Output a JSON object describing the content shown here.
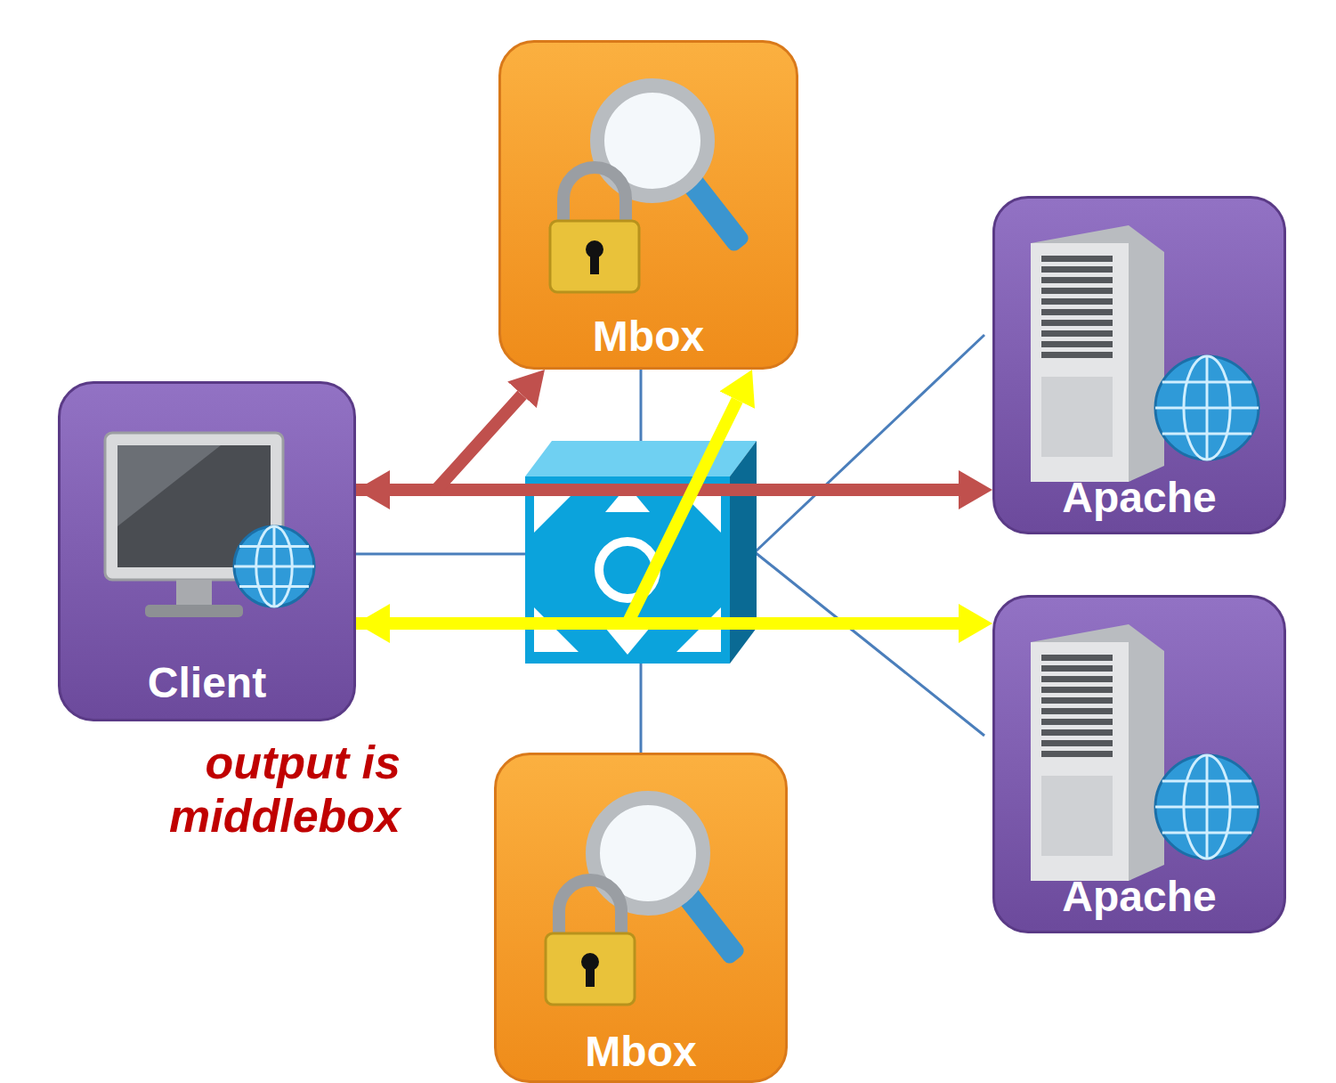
{
  "diagram": {
    "nodes": [
      {
        "text": [
          "Mbox"
        ]
      },
      {
        "text": [
          "Client"
        ]
      },
      {
        "text": [
          "Apache"
        ]
      },
      {
        "text": [
          "Apache"
        ]
      },
      {
        "text": [
          "Mbox"
        ]
      }
    ],
    "edges": [
      {
        "from": 1,
        "to": 2,
        "arrow": "both"
      },
      {
        "from": 1,
        "to": 0,
        "arrow": "to"
      },
      {
        "from": 1,
        "to": 3,
        "arrow": "both"
      },
      {
        "from": 1,
        "to": 0,
        "arrow": "to"
      }
    ],
    "labels": [
      "output is middlebox"
    ]
  }
}
